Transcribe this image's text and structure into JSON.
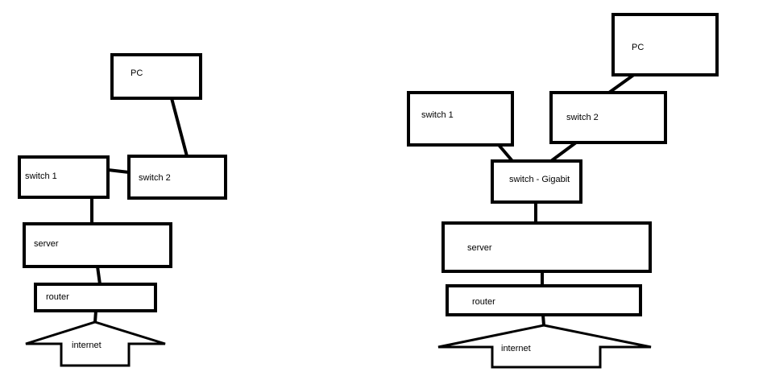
{
  "diagrams": [
    {
      "nodes": {
        "pc": "PC",
        "switch1": "switch 1",
        "switch2": "switch 2",
        "server": "server",
        "router": "router",
        "internet": "internet"
      },
      "links": [
        [
          "pc",
          "switch2"
        ],
        [
          "switch1",
          "switch2"
        ],
        [
          "switch1",
          "server"
        ],
        [
          "server",
          "router"
        ],
        [
          "router",
          "internet"
        ]
      ]
    },
    {
      "nodes": {
        "pc": "PC",
        "switch1": "switch 1",
        "switch2": "switch 2",
        "switch_gigabit": "switch - Gigabit",
        "server": "server",
        "router": "router",
        "internet": "internet"
      },
      "links": [
        [
          "pc",
          "switch2"
        ],
        [
          "switch1",
          "switch_gigabit"
        ],
        [
          "switch2",
          "switch_gigabit"
        ],
        [
          "switch_gigabit",
          "server"
        ],
        [
          "server",
          "router"
        ],
        [
          "router",
          "internet"
        ]
      ]
    }
  ]
}
